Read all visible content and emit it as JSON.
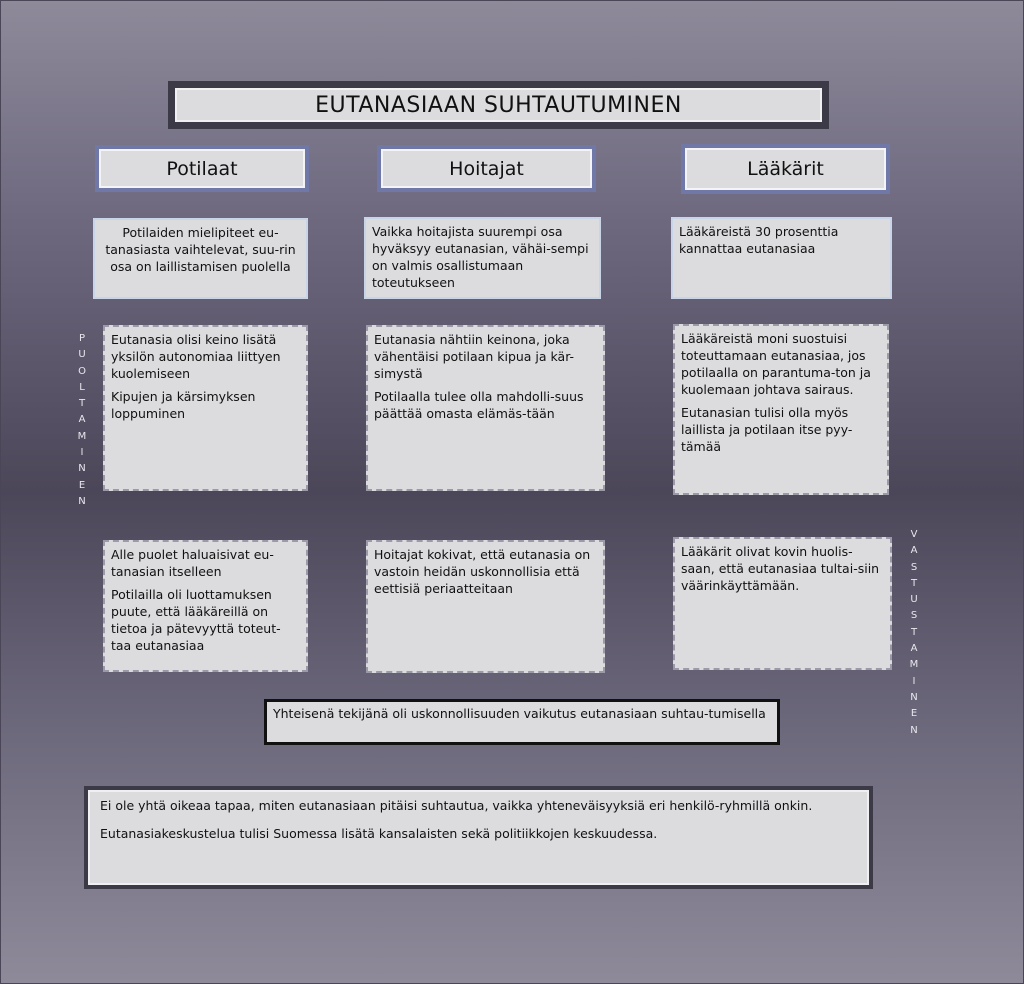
{
  "title": "EUTANASIAAN SUHTAUTUMINEN",
  "columns": [
    {
      "header": "Potilaat",
      "summary": "Potilaiden mielipiteet eu-tanasiasta vaihtelevat, suu-rin osa on laillistamisen puolella",
      "pro": [
        "Eutanasia olisi keino lisätä yksilön autonomiaa liittyen kuolemiseen",
        "Kipujen  ja kärsimyksen loppuminen"
      ],
      "con": [
        "Alle puolet haluaisivat eu-tanasian itselleen",
        "Potilailla oli luottamuksen puute, että lääkäreillä on tietoa ja pätevyyttä toteut-taa eutanasiaa"
      ]
    },
    {
      "header": "Hoitajat",
      "summary": "Vaikka hoitajista suurempi osa hyväksyy eutanasian, vähäi-sempi on valmis osallistumaan toteutukseen",
      "pro": [
        "Eutanasia nähtiin keinona, joka vähentäisi potilaan kipua ja kär-simystä",
        "Potilaalla tulee olla mahdolli-suus päättää omasta elämäs-tään"
      ],
      "con": [
        "Hoitajat kokivat, että eutanasia on vastoin heidän uskonnollisia että eettisiä periaatteitaan"
      ]
    },
    {
      "header": "Lääkärit",
      "summary": "Lääkäreistä 30 prosenttia kannattaa eutanasiaa",
      "pro": [
        "Lääkäreistä moni suostuisi toteuttamaan eutanasiaa, jos potilaalla on parantuma-ton ja kuolemaan johtava sairaus.",
        "Eutanasian tulisi olla myös laillista ja potilaan itse pyy-tämää"
      ],
      "con": [
        "Lääkärit olivat kovin huolis-saan, että eutanasiaa tultai-siin väärinkäyttämään."
      ]
    }
  ],
  "side_left": "PUOLTAMINEN",
  "side_right": "VASTUSTAMINEN",
  "common_factor": "Yhteisenä tekijänä oli uskonnollisuuden vaikutus eutanasiaan suhtau-tumisella",
  "conclusion": [
    "Ei ole yhtä oikeaa tapaa, miten eutanasiaan pitäisi suhtautua, vaikka yhteneväisyyksiä eri henkilö-ryhmillä onkin.",
    "Eutanasiakeskustelua tulisi Suomessa lisätä kansalaisten sekä politiikkojen keskuudessa."
  ],
  "colors": {
    "header_border": "#7078a8",
    "box_fill": "#dcdcdf",
    "dark_frame": "#3d3a48"
  }
}
